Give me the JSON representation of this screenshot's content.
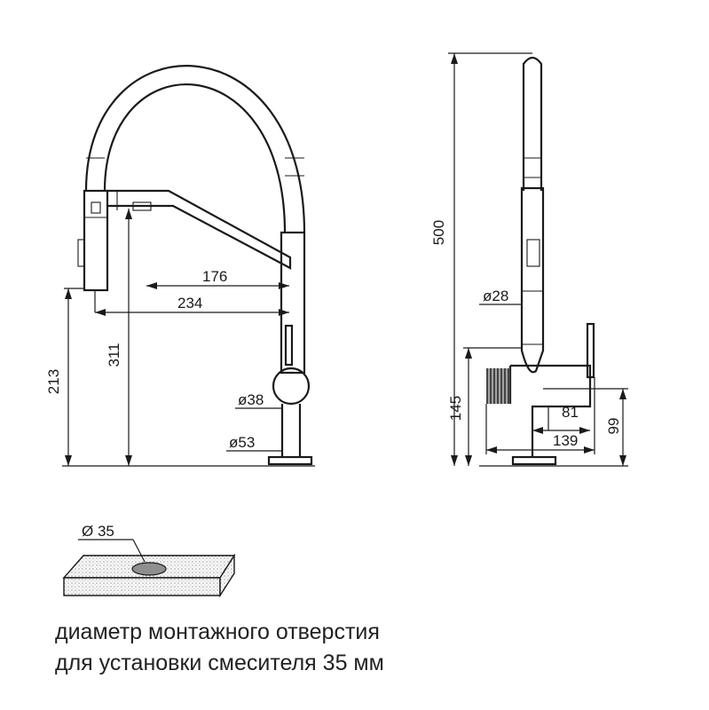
{
  "front_view": {
    "dim_176": "176",
    "dim_234": "234",
    "dim_311": "311",
    "dim_213": "213",
    "dim_d38": "ø38",
    "dim_d53": "ø53"
  },
  "side_view": {
    "dim_500": "500",
    "dim_d28": "ø28",
    "dim_145": "145",
    "dim_81": "81",
    "dim_99": "99",
    "dim_139": "139"
  },
  "hole": {
    "dim_label": "Ø 35"
  },
  "caption": {
    "line1": "диаметр монтажного отверстия",
    "line2": "для установки смесителя 35 мм"
  }
}
